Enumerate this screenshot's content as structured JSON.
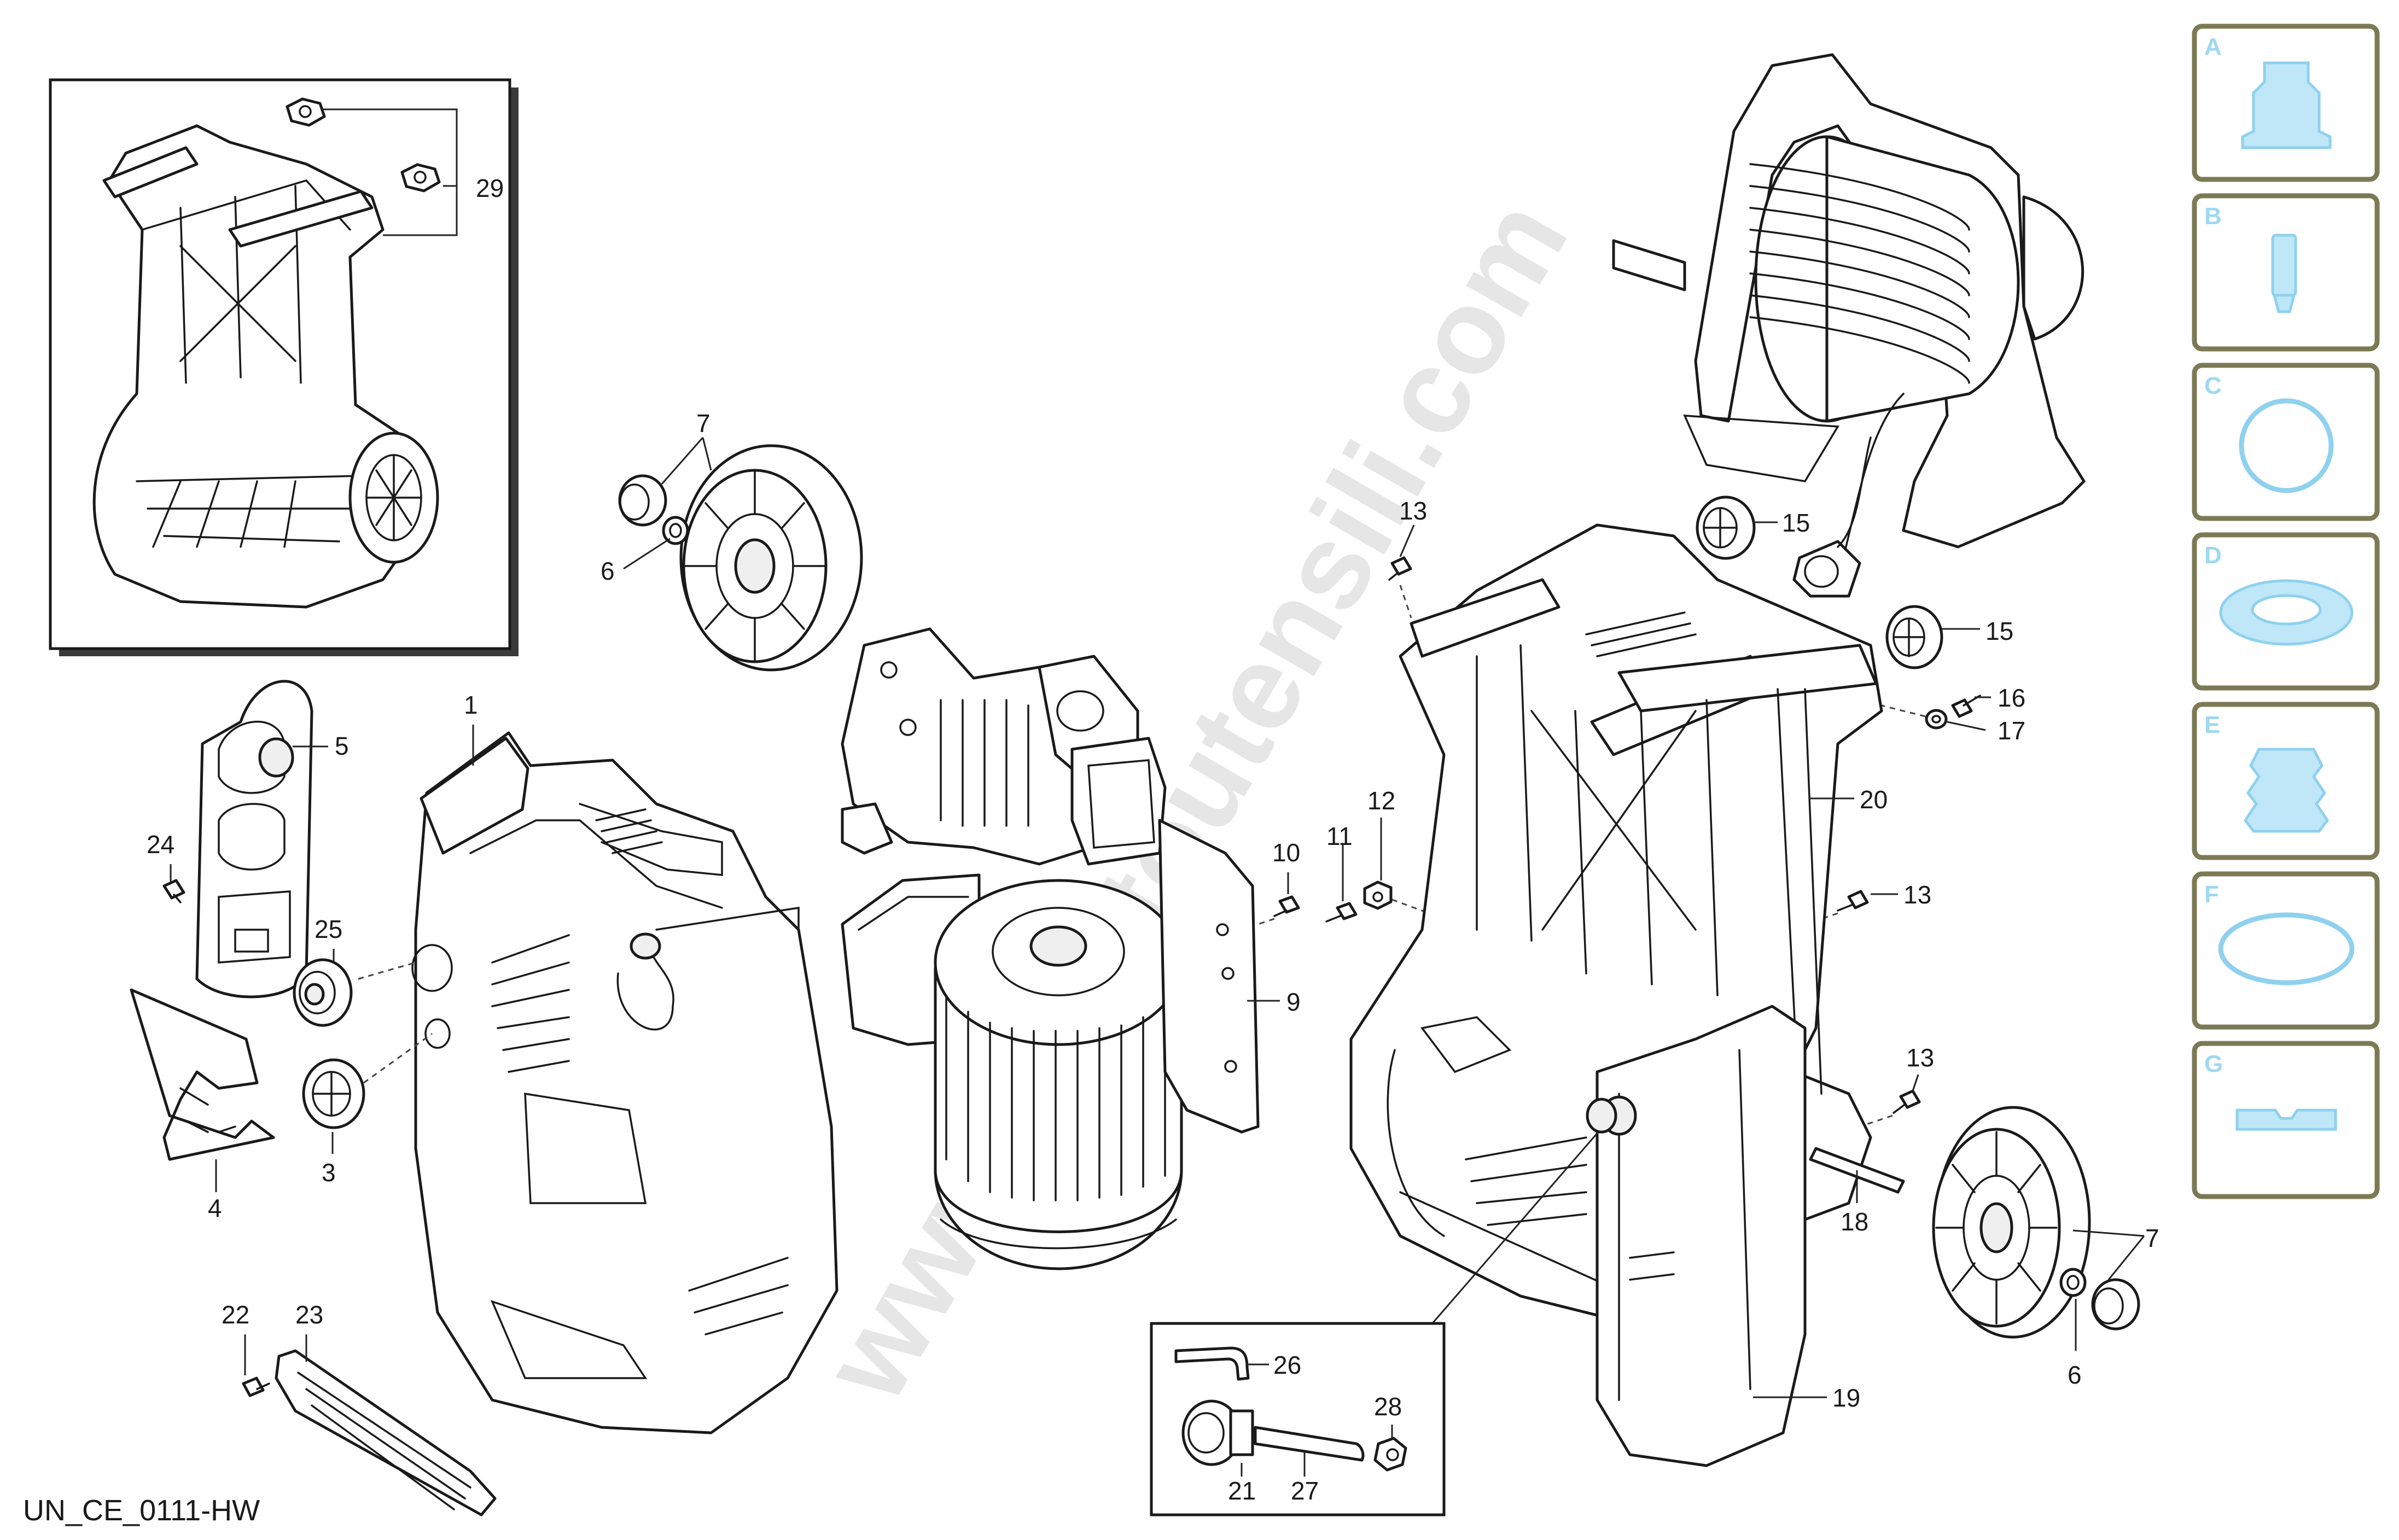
{
  "diagram_code": "UN_CE_0111-HW",
  "watermark": "www.bruttoutensili.com",
  "callouts": {
    "c1": "1",
    "c3": "3",
    "c4": "4",
    "c5": "5",
    "c6a": "6",
    "c6b": "6",
    "c7a": "7",
    "c7b": "7",
    "c9": "9",
    "c10": "10",
    "c11": "11",
    "c12": "12",
    "c13a": "13",
    "c13b": "13",
    "c13c": "13",
    "c15a": "15",
    "c15b": "15",
    "c16": "16",
    "c17": "17",
    "c18": "18",
    "c19": "19",
    "c20": "20",
    "c21": "21",
    "c22": "22",
    "c23": "23",
    "c24": "24",
    "c25": "25",
    "c26": "26",
    "c27": "27",
    "c28": "28",
    "c29": "29"
  },
  "kit_tiles": [
    {
      "letter": "A",
      "icon": "quick-coupling-icon"
    },
    {
      "letter": "B",
      "icon": "pin-icon"
    },
    {
      "letter": "C",
      "icon": "o-ring-icon"
    },
    {
      "letter": "D",
      "icon": "seal-ring-icon"
    },
    {
      "letter": "E",
      "icon": "bellows-seal-icon"
    },
    {
      "letter": "F",
      "icon": "gasket-icon"
    },
    {
      "letter": "G",
      "icon": "spacer-plate-icon"
    }
  ]
}
